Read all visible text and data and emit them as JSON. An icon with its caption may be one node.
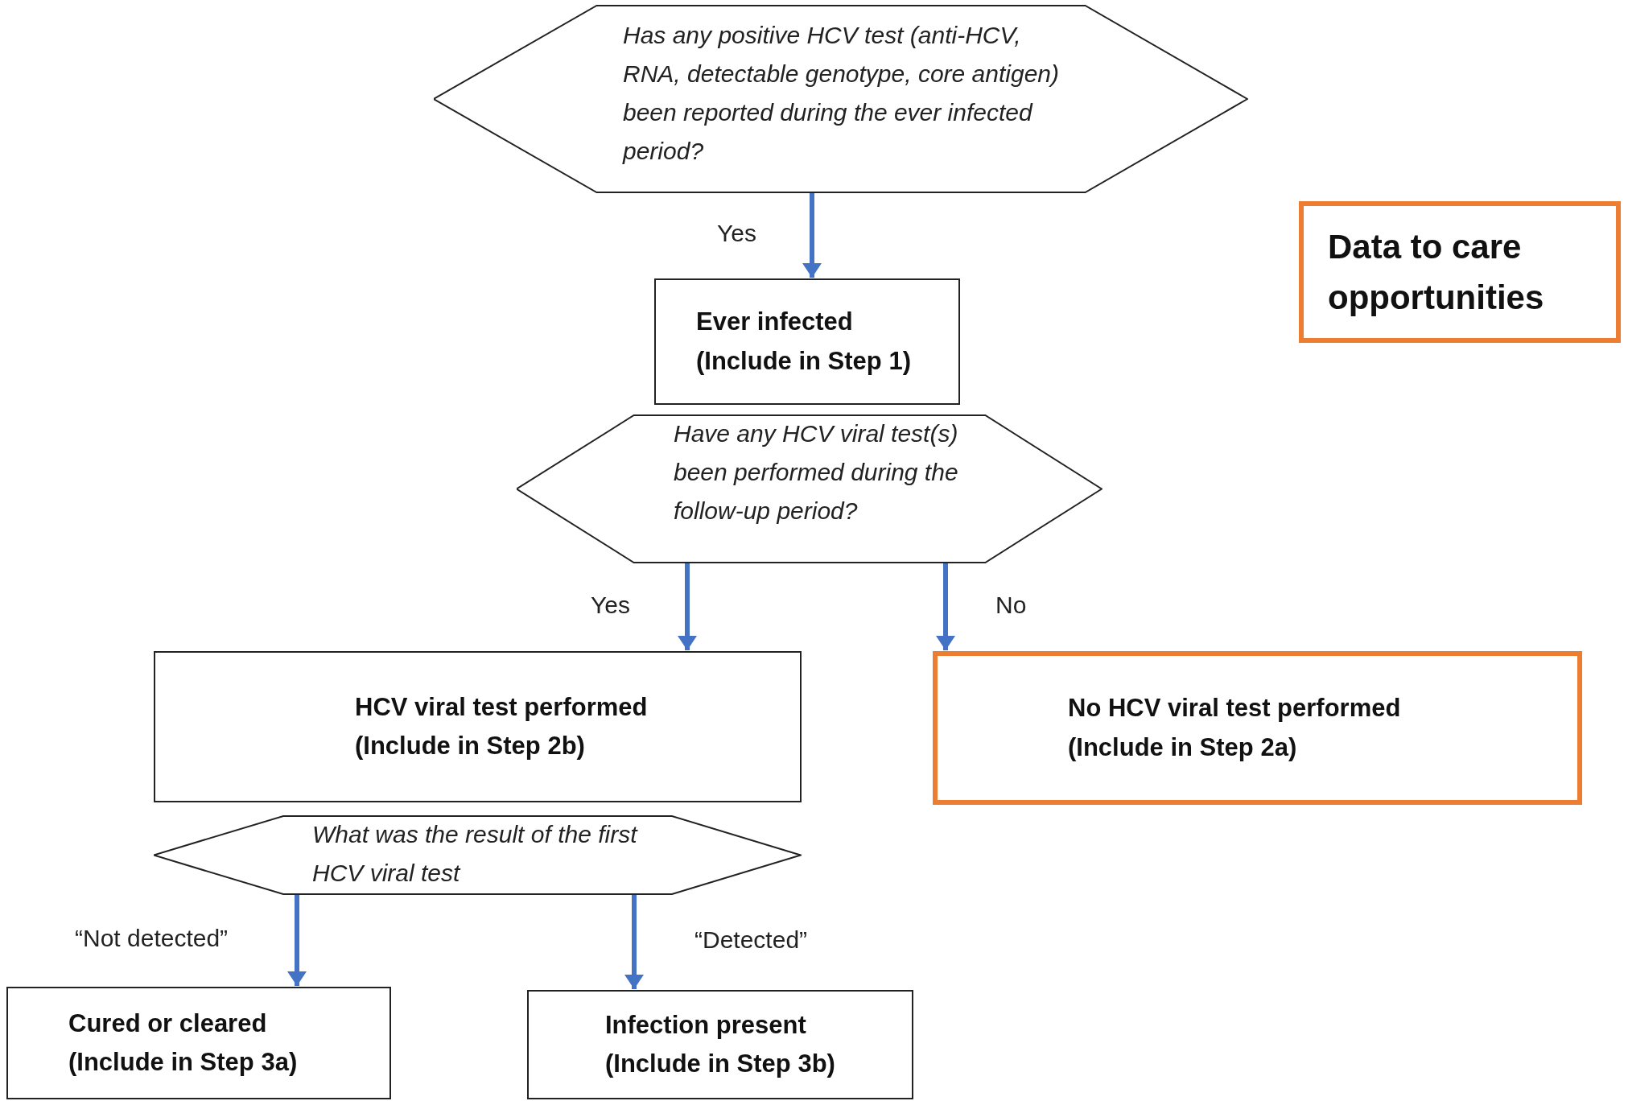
{
  "diagram": {
    "nodes": [
      {
        "text": [
          "Has any positive HCV test (anti-HCV, RNA, detectable genotype, core antigen) been reported during the ever infected period?"
        ]
      },
      {
        "text": [
          "Ever infected",
          "(Include in Step 1)"
        ]
      },
      {
        "text": [
          "Have any HCV viral test(s) been performed during the follow-up period?"
        ]
      },
      {
        "text": [
          "HCV viral test performed",
          "(Include in Step 2b)"
        ]
      },
      {
        "text": [
          "No HCV viral test performed",
          "(Include in Step 2a)"
        ]
      },
      {
        "text": [
          "Data to care opportunities"
        ]
      },
      {
        "text": [
          "What was the result of the first HCV viral test"
        ]
      },
      {
        "text": [
          "Cured or cleared",
          "(Include in Step 3a)"
        ]
      },
      {
        "text": [
          "Infection present",
          "(Include in Step 3b)"
        ]
      }
    ],
    "edges": [
      {
        "from": 0,
        "to": 1,
        "arrow": "to",
        "label": "Yes"
      },
      {
        "from": 2,
        "to": 3,
        "arrow": "to",
        "label": "Yes"
      },
      {
        "from": 2,
        "to": 4,
        "arrow": "to",
        "label": "No"
      },
      {
        "from": 6,
        "to": 7,
        "arrow": "to",
        "label": "“Not detected”"
      },
      {
        "from": 6,
        "to": 8,
        "arrow": "to",
        "label": "“Detected”"
      }
    ]
  }
}
